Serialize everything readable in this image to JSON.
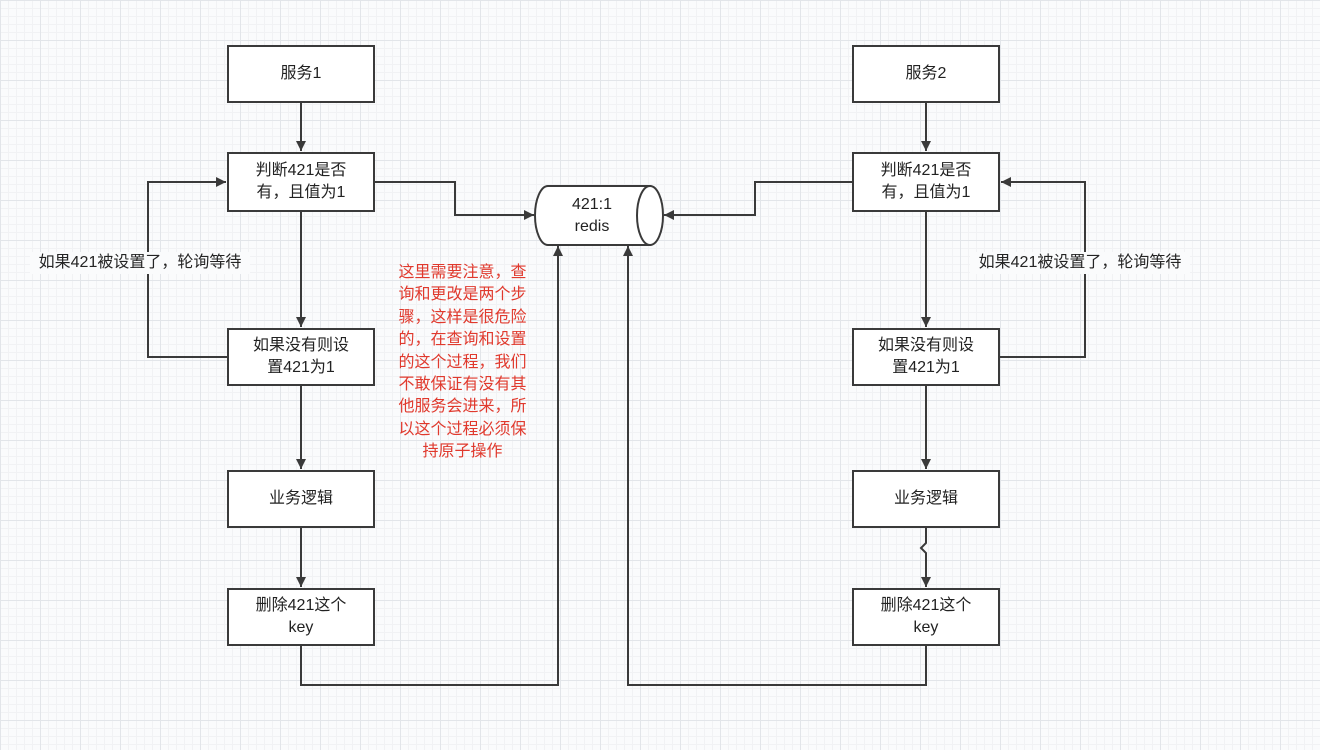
{
  "colors": {
    "shape_stroke": "#3a3a3a",
    "shape_fill": "#ffffff",
    "annotation_red": "#e0392d",
    "canvas_background": "#fafbfc"
  },
  "left_flow": {
    "service": "服务1",
    "check": "判断421是否\n有，且值为1",
    "set": "如果没有则设\n置421为1",
    "logic": "业务逻辑",
    "delete": "删除421这个\nkey",
    "wait_label": "如果421被设置了，轮询等待"
  },
  "right_flow": {
    "service": "服务2",
    "check": "判断421是否\n有，且值为1",
    "set": "如果没有则设\n置421为1",
    "logic": "业务逻辑",
    "delete": "删除421这个\nkey",
    "wait_label": "如果421被设置了，轮询等待"
  },
  "redis": {
    "label": "421:1\nredis"
  },
  "annotation": {
    "text": "这里需要注意，查\n询和更改是两个步\n骤，这样是很危险\n的，在查询和设置\n的这个过程，我们\n不敢保证有没有其\n他服务会进来，所\n以这个过程必须保\n持原子操作"
  }
}
